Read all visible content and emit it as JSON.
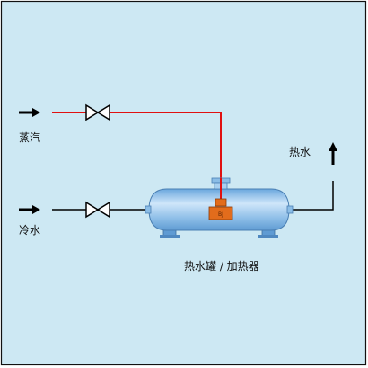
{
  "labels": {
    "steam": "蒸汽",
    "cold_water": "冷水",
    "hot_water": "热水",
    "tank": "热水罐 / 加热器"
  },
  "heater_label": "BJ",
  "colors": {
    "background": "#cde8f3",
    "border": "#111111",
    "steam_line": "#e01010",
    "water_line": "#000000",
    "tank_body": "#8bbde6",
    "heater": "#e26c1c"
  }
}
